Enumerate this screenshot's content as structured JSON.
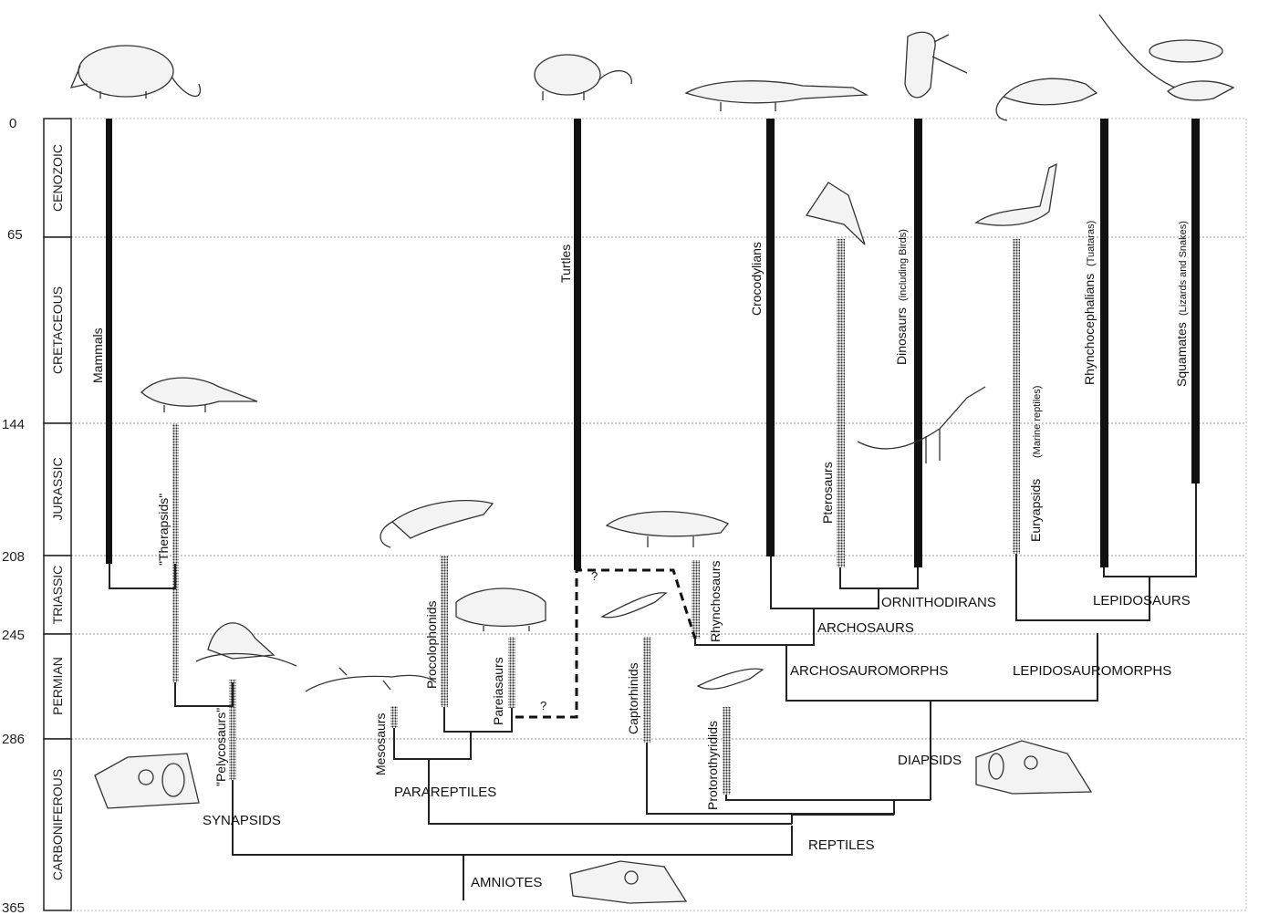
{
  "time_axis": {
    "ticks": [
      "0",
      "65",
      "144",
      "208",
      "245",
      "286",
      "365"
    ],
    "tick_values": [
      0,
      65,
      144,
      208,
      245,
      286,
      365
    ],
    "periods": [
      {
        "name": "CENOZOIC",
        "start": 0,
        "end": 65
      },
      {
        "name": "CRETACEOUS",
        "start": 65,
        "end": 144
      },
      {
        "name": "JURASSIC",
        "start": 144,
        "end": 208
      },
      {
        "name": "TRIASSIC",
        "start": 208,
        "end": 245
      },
      {
        "name": "PERMIAN",
        "start": 245,
        "end": 286
      },
      {
        "name": "CARBONIFEROUS",
        "start": 286,
        "end": 365
      }
    ]
  },
  "taxa": {
    "mammals": "Mammals",
    "therapsids": "\"Therapsids\"",
    "pelycosaurs": "\"Pelycosaurs\"",
    "mesosaurs": "Mesosaurs",
    "procolophonids": "Procolophonids",
    "pareiasaurs": "Pareiasaurs",
    "turtles": "Turtles",
    "captorhinids": "Captorhinids",
    "protorothyridids": "Protorothyridids",
    "rhynchosaurs": "Rhynchosaurs",
    "crocodylians": "Crocodylians",
    "pterosaurs": "Pterosaurs",
    "dinosaurs": "Dinosaurs",
    "dinosaurs_note": "(including Birds)",
    "euryapsids": "Euryapsids",
    "euryapsids_note": "(Marine reptiles)",
    "rhynchocephalians": "Rhynchocephalians",
    "rhynchocephalians_note": "(Tuataras)",
    "squamates": "Squamates",
    "squamates_note": "(Lizards and Snakes)"
  },
  "clades": {
    "amniotes": "AMNIOTES",
    "synapsids": "SYNAPSIDS",
    "reptiles": "REPTILES",
    "parareptiles": "PARAREPTILES",
    "diapsids": "DIAPSIDS",
    "archosauromorphs": "ARCHOSAUROMORPHS",
    "lepidosauromorphs": "LEPIDOSAUROMORPHS",
    "archosaurs": "ARCHOSAURS",
    "ornithodirans": "ORNITHODIRANS",
    "lepidosaurs": "LEPIDOSAURS"
  },
  "uncertain_marks": [
    "?",
    "?"
  ],
  "lineages": [
    {
      "taxon": "Mammals",
      "from": 0,
      "to": 208,
      "record": "solid"
    },
    {
      "taxon": "\"Therapsids\"",
      "from": 144,
      "to": 270,
      "record": "fossil"
    },
    {
      "taxon": "\"Pelycosaurs\"",
      "from": 252,
      "to": 300,
      "record": "fossil"
    },
    {
      "taxon": "Mesosaurs",
      "from": 270,
      "to": 280,
      "record": "fossil"
    },
    {
      "taxon": "Procolophonids",
      "from": 208,
      "to": 275,
      "record": "fossil"
    },
    {
      "taxon": "Pareiasaurs",
      "from": 247,
      "to": 273,
      "record": "fossil"
    },
    {
      "taxon": "Turtles",
      "from": 0,
      "to": 210,
      "record": "solid"
    },
    {
      "taxon": "Captorhinids",
      "from": 247,
      "to": 284,
      "record": "fossil"
    },
    {
      "taxon": "Protorothyridids",
      "from": 272,
      "to": 305,
      "record": "fossil"
    },
    {
      "taxon": "Rhynchosaurs",
      "from": 211,
      "to": 242,
      "record": "fossil"
    },
    {
      "taxon": "Crocodylians",
      "from": 0,
      "to": 208,
      "record": "solid"
    },
    {
      "taxon": "Pterosaurs",
      "from": 65,
      "to": 208,
      "record": "fossil"
    },
    {
      "taxon": "Dinosaurs",
      "from": 0,
      "to": 208,
      "record": "solid"
    },
    {
      "taxon": "Euryapsids",
      "from": 65,
      "to": 208,
      "record": "fossil"
    },
    {
      "taxon": "Rhynchocephalians",
      "from": 0,
      "to": 208,
      "record": "solid"
    },
    {
      "taxon": "Squamates",
      "from": 0,
      "to": 160,
      "record": "solid"
    }
  ]
}
